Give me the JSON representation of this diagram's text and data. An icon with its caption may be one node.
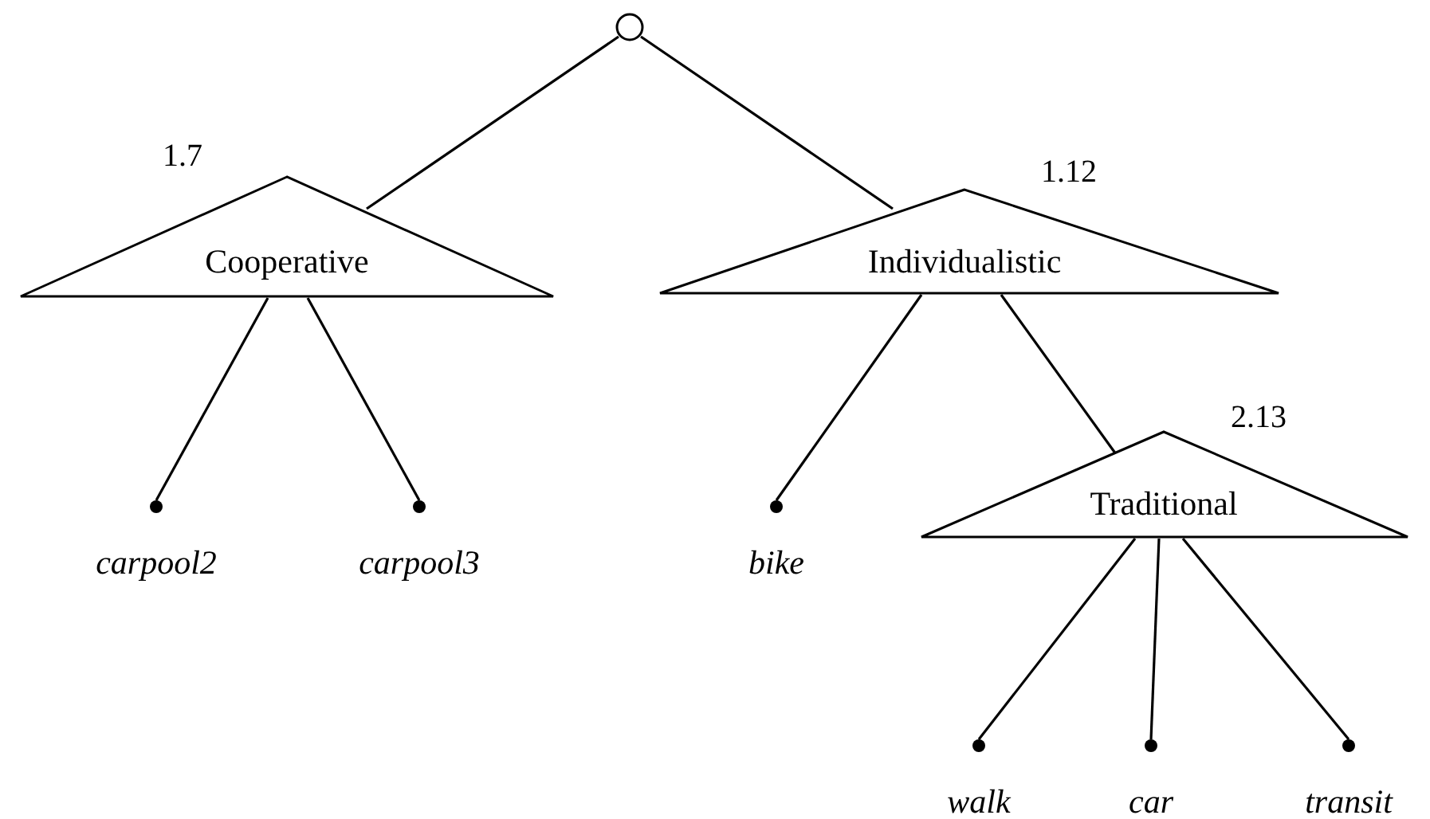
{
  "diagram": {
    "nodes": [
      {
        "text": [],
        "shape": "circle"
      },
      {
        "text": [
          "Cooperative"
        ],
        "beside": [
          "1.7"
        ]
      },
      {
        "text": [
          "Individualistic"
        ],
        "beside": [
          "1.12"
        ]
      },
      {
        "text": [
          "carpool2"
        ]
      },
      {
        "text": [
          "carpool3"
        ]
      },
      {
        "text": [
          "bike"
        ]
      },
      {
        "text": [
          "Traditional"
        ],
        "beside": [
          "2.13"
        ]
      },
      {
        "text": [
          "walk"
        ]
      },
      {
        "text": [
          "car"
        ]
      },
      {
        "text": [
          "transit"
        ]
      }
    ],
    "edges": [
      {
        "from": 0,
        "to": 1,
        "arrow": "none"
      },
      {
        "from": 0,
        "to": 2,
        "arrow": "none"
      },
      {
        "from": 1,
        "to": 3,
        "arrow": "none"
      },
      {
        "from": 1,
        "to": 4,
        "arrow": "none"
      },
      {
        "from": 2,
        "to": 5,
        "arrow": "none"
      },
      {
        "from": 2,
        "to": 6,
        "arrow": "none"
      },
      {
        "from": 6,
        "to": 7,
        "arrow": "none"
      },
      {
        "from": 6,
        "to": 8,
        "arrow": "none"
      },
      {
        "from": 6,
        "to": 9,
        "arrow": "none"
      }
    ]
  }
}
